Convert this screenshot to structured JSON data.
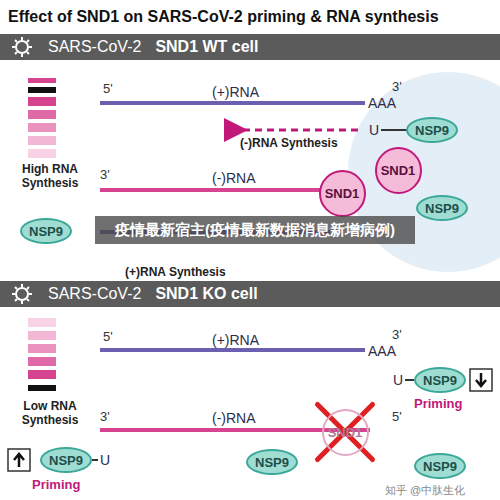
{
  "diagram": {
    "title": "Effect of SND1 on SARS-CoV-2 priming & RNA synthesis",
    "nodes": [
      {
        "text": [
          "SARS-CoV-2",
          "SND1 WT cell"
        ]
      },
      {
        "text": [
          "NSP9"
        ]
      },
      {
        "text": [
          "SND1"
        ]
      },
      {
        "text": [
          "SND1"
        ]
      },
      {
        "text": [
          "NSP9"
        ]
      },
      {
        "text": [
          "NSP9"
        ]
      },
      {
        "text": [
          "SARS-CoV-2",
          "SND1 KO cell"
        ]
      },
      {
        "text": [
          "NSP9"
        ]
      },
      {
        "text": [
          "SND1"
        ]
      },
      {
        "text": [
          "NSP9"
        ]
      },
      {
        "text": [
          "NSP9"
        ]
      },
      {
        "text": [
          "NSP9"
        ]
      }
    ],
    "labels": [
      "5'",
      "(+)RNA",
      "AAA",
      "3'",
      "U",
      "(-)RNA Synthesis",
      "3'",
      "(-)RNA",
      "(+)RNA Synthesis",
      "High RNA Synthesis",
      "疫情最新宿主(疫情最新数据消息新增病例)",
      "5'",
      "(+)RNA",
      "AAA",
      "3'",
      "U",
      "Priming",
      "Low RNA Synthesis",
      "3'",
      "(-)RNA",
      "5'",
      "U",
      "Priming",
      "知乎 @中肽生化"
    ]
  }
}
